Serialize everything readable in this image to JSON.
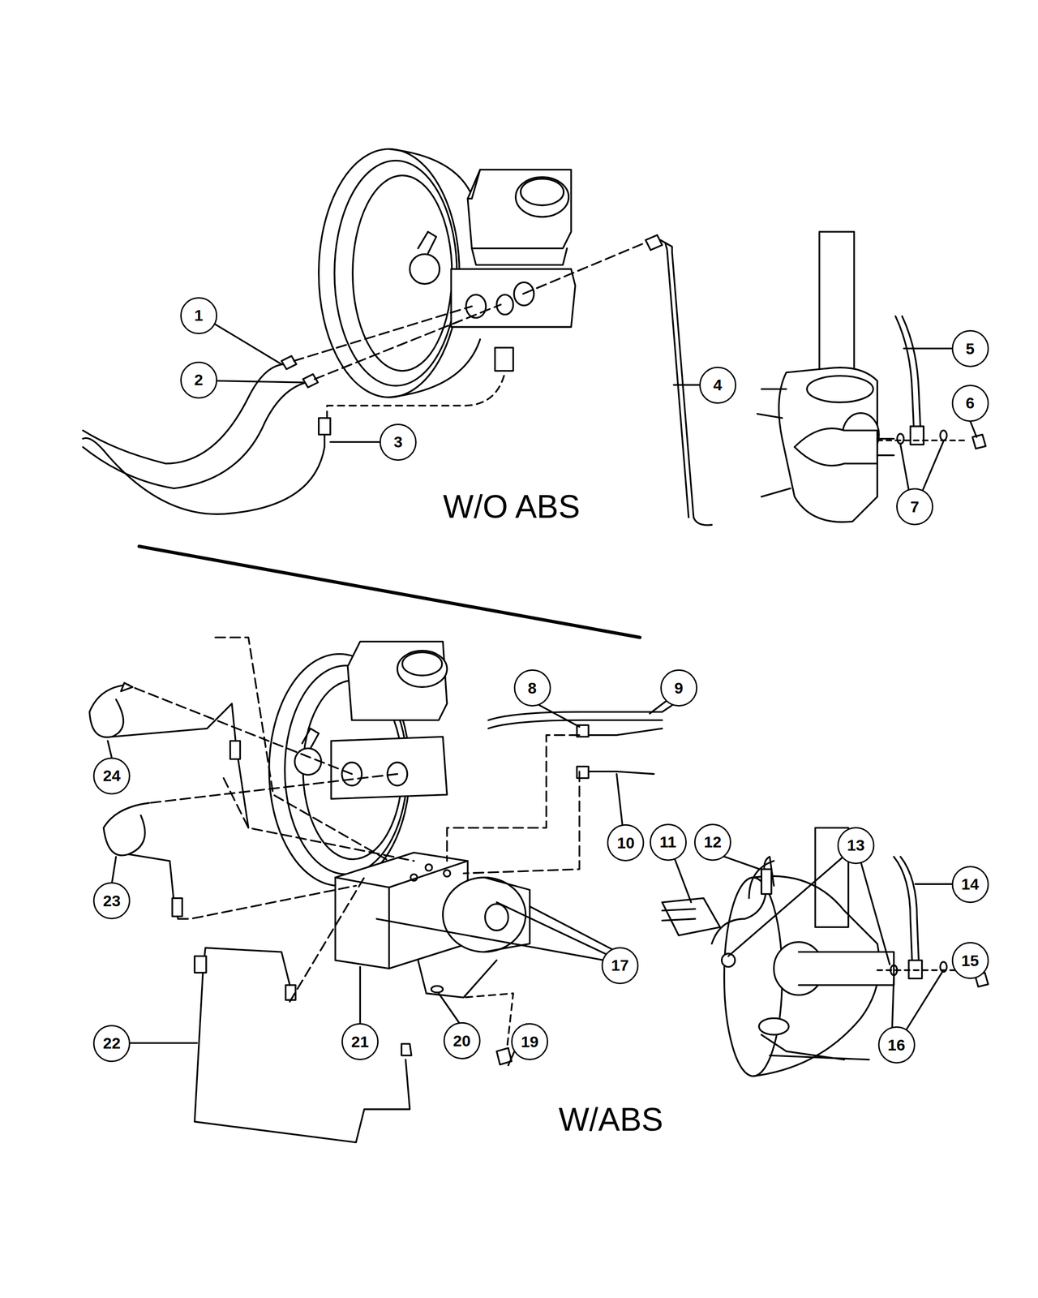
{
  "diagram": {
    "labels": [
      "1",
      "2",
      "3",
      "4",
      "W/O ABS",
      "5",
      "6",
      "7",
      "8",
      "9",
      "10",
      "24",
      "23",
      "17",
      "21",
      "20",
      "19",
      "22",
      "11",
      "12",
      "13",
      "14",
      "15",
      "16",
      "W/ABS"
    ]
  }
}
